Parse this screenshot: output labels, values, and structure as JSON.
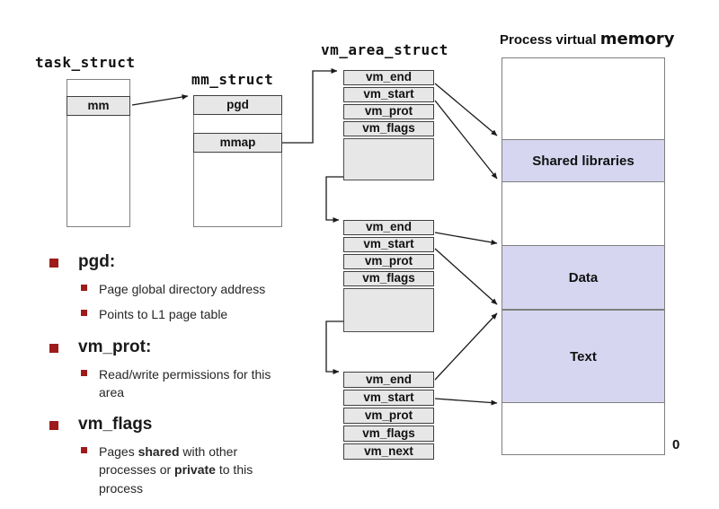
{
  "task_struct": {
    "title": "task_struct",
    "cell_mm": "mm"
  },
  "mm_struct": {
    "title": "mm_struct",
    "cell_pgd": "pgd",
    "cell_mmap": "mmap"
  },
  "vm_area": {
    "title": "vm_area_struct",
    "blocks": [
      {
        "rows": [
          "vm_end",
          "vm_start",
          "vm_prot",
          "vm_flags"
        ]
      },
      {
        "rows": [
          "vm_end",
          "vm_start",
          "vm_prot",
          "vm_flags"
        ]
      },
      {
        "rows": [
          "vm_end",
          "vm_start",
          "vm_prot",
          "vm_flags",
          "vm_next"
        ]
      }
    ]
  },
  "memory": {
    "title_prefix": "Process virtual ",
    "title_emphasis": "memory",
    "regions": {
      "shared": "Shared libraries",
      "data": "Data",
      "text": "Text"
    },
    "origin_label": "0"
  },
  "notes": [
    {
      "heading": "pgd:",
      "bullets": [
        {
          "segs": [
            {
              "text": "Page global directory address"
            }
          ]
        },
        {
          "segs": [
            {
              "text": "Points to L1 page table"
            }
          ]
        }
      ]
    },
    {
      "heading": "vm_prot:",
      "bullets": [
        {
          "segs": [
            {
              "text": "Read/write permissions for this area"
            }
          ]
        }
      ]
    },
    {
      "heading": "vm_flags",
      "bullets": [
        {
          "segs": [
            {
              "text": "Pages "
            },
            {
              "text": "shared"
            },
            {
              "text": " with other processes or "
            },
            {
              "text": "private"
            },
            {
              "text": " to this process"
            }
          ]
        }
      ]
    }
  ],
  "colors": {
    "cell_fill": "#e7e7e7",
    "cell_border": "#3f3f3f",
    "box_border": "#7f7f7f",
    "region_fill": "#d6d6f0",
    "bullet_red": "#9e1b1b",
    "arrow": "#1a1a1a"
  }
}
